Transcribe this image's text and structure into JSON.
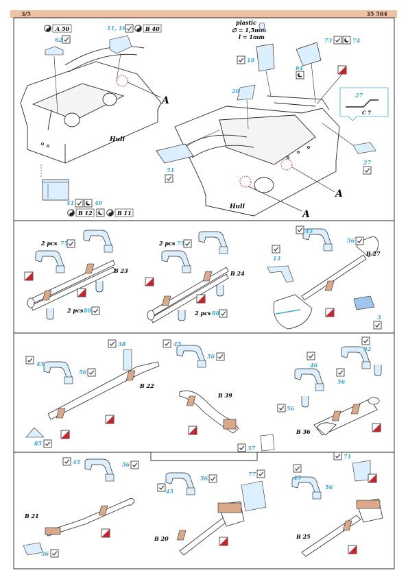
{
  "header": {
    "page": "3/5",
    "kit_number": "35 584"
  },
  "colors": {
    "pe_blue": "#3aa8dc",
    "part_fill": "#dcefff",
    "tan": "#d9a98a",
    "red": "#c0272d",
    "header_band": "#efc2a4",
    "line": "#222222"
  },
  "panel1": {
    "hull_label_left": "Hull",
    "hull_label_right": "Hull",
    "detail_a": "A",
    "callouts": {
      "a50": "A 50",
      "b40": "B 40",
      "p11_16": "11, 16",
      "p62": "62",
      "p41": "41",
      "p40": "40",
      "b12": "B 12",
      "b11": "B 11",
      "plastic": "plastic",
      "dia": "∅ = 1,5mm",
      "len": "l = 1mm",
      "p10": "10",
      "p64": "64",
      "p73": "73",
      "p74": "74",
      "p20": "20",
      "p51": "51",
      "p27": "27",
      "c7": "C 7"
    }
  },
  "panel2": {
    "two_pcs": "2 pcs",
    "p75": "75",
    "p88": "88",
    "b23": "B 23",
    "b24": "B 24",
    "p45": "45",
    "p56": "56",
    "p13": "13",
    "b27": "B 27",
    "p3": "3"
  },
  "panel3": {
    "p38": "38",
    "p45": "45",
    "p56": "56",
    "b22": "B 22",
    "p85": "85",
    "b39": "B 39",
    "p37": "37",
    "p46": "46",
    "p92": "92",
    "b36": "B 36"
  },
  "panel4": {
    "p45": "45",
    "p56": "56",
    "b21": "B 21",
    "p36": "36",
    "b20": "B 20",
    "p77": "77",
    "p71": "71",
    "b25": "B 25"
  }
}
